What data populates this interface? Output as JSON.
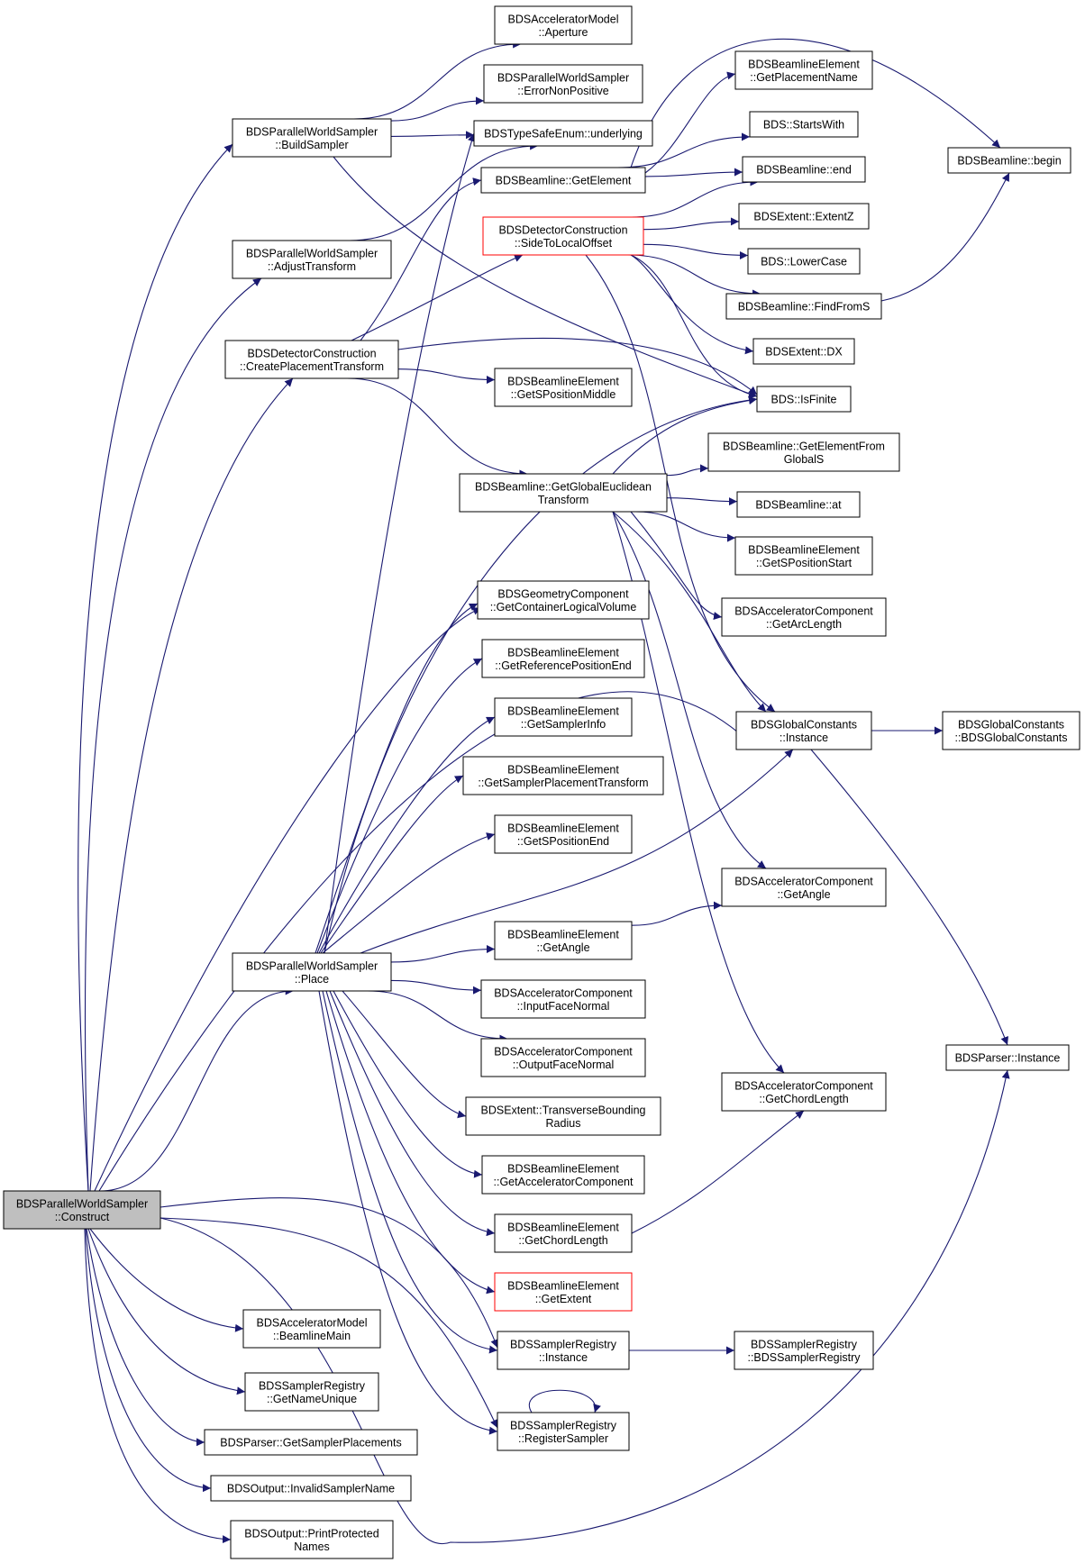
{
  "nodes": [
    {
      "id": "construct",
      "lines": [
        "BDSParallelWorldSampler",
        "::Construct"
      ],
      "style": "root"
    },
    {
      "id": "buildSampler",
      "lines": [
        "BDSParallelWorldSampler",
        "::BuildSampler"
      ]
    },
    {
      "id": "adjustTransform",
      "lines": [
        "BDSParallelWorldSampler",
        "::AdjustTransform"
      ]
    },
    {
      "id": "createPlacement",
      "lines": [
        "BDSDetectorConstruction",
        "::CreatePlacementTransform"
      ]
    },
    {
      "id": "place",
      "lines": [
        "BDSParallelWorldSampler",
        "::Place"
      ]
    },
    {
      "id": "beamlineMain",
      "lines": [
        "BDSAcceleratorModel",
        "::BeamlineMain"
      ]
    },
    {
      "id": "getNameUnique",
      "lines": [
        "BDSSamplerRegistry",
        "::GetNameUnique"
      ]
    },
    {
      "id": "getSamplerPlacements",
      "lines": [
        "BDSParser::GetSamplerPlacements"
      ]
    },
    {
      "id": "invalidSamplerName",
      "lines": [
        "BDSOutput::InvalidSamplerName"
      ]
    },
    {
      "id": "printProtected",
      "lines": [
        "BDSOutput::PrintProtected",
        "Names"
      ]
    },
    {
      "id": "aperture",
      "lines": [
        "BDSAcceleratorModel",
        "::Aperture"
      ]
    },
    {
      "id": "errorNonPositive",
      "lines": [
        "BDSParallelWorldSampler",
        "::ErrorNonPositive"
      ]
    },
    {
      "id": "underlying",
      "lines": [
        "BDSTypeSafeEnum::underlying"
      ]
    },
    {
      "id": "getElement",
      "lines": [
        "BDSBeamline::GetElement"
      ]
    },
    {
      "id": "sideToLocal",
      "lines": [
        "BDSDetectorConstruction",
        "::SideToLocalOffset"
      ],
      "style": "red"
    },
    {
      "id": "getSPositionMiddle",
      "lines": [
        "BDSBeamlineElement",
        "::GetSPositionMiddle"
      ]
    },
    {
      "id": "getGlobalEuclidean",
      "lines": [
        "BDSBeamline::GetGlobalEuclidean",
        "Transform"
      ]
    },
    {
      "id": "getContainerLV",
      "lines": [
        "BDSGeometryComponent",
        "::GetContainerLogicalVolume"
      ]
    },
    {
      "id": "getRefPosEnd",
      "lines": [
        "BDSBeamlineElement",
        "::GetReferencePositionEnd"
      ]
    },
    {
      "id": "getSamplerInfo",
      "lines": [
        "BDSBeamlineElement",
        "::GetSamplerInfo"
      ]
    },
    {
      "id": "getSamplerPlacementTransform",
      "lines": [
        "BDSBeamlineElement",
        "::GetSamplerPlacementTransform"
      ]
    },
    {
      "id": "getSPositionEnd",
      "lines": [
        "BDSBeamlineElement",
        "::GetSPositionEnd"
      ]
    },
    {
      "id": "beGetAngle",
      "lines": [
        "BDSBeamlineElement",
        "::GetAngle"
      ]
    },
    {
      "id": "inputFaceNormal",
      "lines": [
        "BDSAcceleratorComponent",
        "::InputFaceNormal"
      ]
    },
    {
      "id": "outputFaceNormal",
      "lines": [
        "BDSAcceleratorComponent",
        "::OutputFaceNormal"
      ]
    },
    {
      "id": "transverseBounding",
      "lines": [
        "BDSExtent::TransverseBounding",
        "Radius"
      ]
    },
    {
      "id": "getAcceleratorComponent",
      "lines": [
        "BDSBeamlineElement",
        "::GetAcceleratorComponent"
      ]
    },
    {
      "id": "beGetChordLength",
      "lines": [
        "BDSBeamlineElement",
        "::GetChordLength"
      ]
    },
    {
      "id": "beGetExtent",
      "lines": [
        "BDSBeamlineElement",
        "::GetExtent"
      ],
      "style": "red"
    },
    {
      "id": "srInstance",
      "lines": [
        "BDSSamplerRegistry",
        "::Instance"
      ]
    },
    {
      "id": "registerSampler",
      "lines": [
        "BDSSamplerRegistry",
        "::RegisterSampler"
      ]
    },
    {
      "id": "getPlacementName",
      "lines": [
        "BDSBeamlineElement",
        "::GetPlacementName"
      ]
    },
    {
      "id": "startsWith",
      "lines": [
        "BDS::StartsWith"
      ]
    },
    {
      "id": "blEnd",
      "lines": [
        "BDSBeamline::end"
      ]
    },
    {
      "id": "extentZ",
      "lines": [
        "BDSExtent::ExtentZ"
      ]
    },
    {
      "id": "lowerCase",
      "lines": [
        "BDS::LowerCase"
      ]
    },
    {
      "id": "findFromS",
      "lines": [
        "BDSBeamline::FindFromS"
      ]
    },
    {
      "id": "extentDX",
      "lines": [
        "BDSExtent::DX"
      ]
    },
    {
      "id": "isFinite",
      "lines": [
        "BDS::IsFinite"
      ]
    },
    {
      "id": "getElementFromGlobalS",
      "lines": [
        "BDSBeamline::GetElementFrom",
        "GlobalS"
      ]
    },
    {
      "id": "blAt",
      "lines": [
        "BDSBeamline::at"
      ]
    },
    {
      "id": "getSPositionStart",
      "lines": [
        "BDSBeamlineElement",
        "::GetSPositionStart"
      ]
    },
    {
      "id": "getArcLength",
      "lines": [
        "BDSAcceleratorComponent",
        "::GetArcLength"
      ]
    },
    {
      "id": "gcInstance",
      "lines": [
        "BDSGlobalConstants",
        "::Instance"
      ]
    },
    {
      "id": "acGetAngle",
      "lines": [
        "BDSAcceleratorComponent",
        "::GetAngle"
      ]
    },
    {
      "id": "acGetChordLength",
      "lines": [
        "BDSAcceleratorComponent",
        "::GetChordLength"
      ]
    },
    {
      "id": "srConstructor",
      "lines": [
        "BDSSamplerRegistry",
        "::BDSSamplerRegistry"
      ]
    },
    {
      "id": "blBegin",
      "lines": [
        "BDSBeamline::begin"
      ]
    },
    {
      "id": "gcConstructor",
      "lines": [
        "BDSGlobalConstants",
        "::BDSGlobalConstants"
      ]
    },
    {
      "id": "parserInstance",
      "lines": [
        "BDSParser::Instance"
      ]
    }
  ],
  "edges": [
    [
      "construct",
      "buildSampler"
    ],
    [
      "construct",
      "adjustTransform"
    ],
    [
      "construct",
      "createPlacement"
    ],
    [
      "construct",
      "place"
    ],
    [
      "construct",
      "beamlineMain"
    ],
    [
      "construct",
      "getNameUnique"
    ],
    [
      "construct",
      "getSamplerPlacements"
    ],
    [
      "construct",
      "invalidSamplerName"
    ],
    [
      "construct",
      "printProtected"
    ],
    [
      "construct",
      "getContainerLV"
    ],
    [
      "construct",
      "srInstance"
    ],
    [
      "construct",
      "registerSampler"
    ],
    [
      "construct",
      "parserInstance"
    ],
    [
      "construct",
      "gcInstance"
    ],
    [
      "buildSampler",
      "aperture"
    ],
    [
      "buildSampler",
      "errorNonPositive"
    ],
    [
      "buildSampler",
      "underlying"
    ],
    [
      "buildSampler",
      "isFinite"
    ],
    [
      "adjustTransform",
      "underlying"
    ],
    [
      "createPlacement",
      "getElement"
    ],
    [
      "createPlacement",
      "sideToLocal"
    ],
    [
      "createPlacement",
      "getSPositionMiddle"
    ],
    [
      "createPlacement",
      "getGlobalEuclidean"
    ],
    [
      "createPlacement",
      "isFinite"
    ],
    [
      "getElement",
      "getPlacementName"
    ],
    [
      "getElement",
      "startsWith"
    ],
    [
      "getElement",
      "blEnd"
    ],
    [
      "getElement",
      "blBegin"
    ],
    [
      "sideToLocal",
      "blEnd"
    ],
    [
      "sideToLocal",
      "extentZ"
    ],
    [
      "sideToLocal",
      "lowerCase"
    ],
    [
      "sideToLocal",
      "findFromS"
    ],
    [
      "sideToLocal",
      "extentDX"
    ],
    [
      "sideToLocal",
      "isFinite"
    ],
    [
      "sideToLocal",
      "gcInstance"
    ],
    [
      "findFromS",
      "blBegin"
    ],
    [
      "getGlobalEuclidean",
      "isFinite"
    ],
    [
      "getGlobalEuclidean",
      "getElementFromGlobalS"
    ],
    [
      "getGlobalEuclidean",
      "blAt"
    ],
    [
      "getGlobalEuclidean",
      "getSPositionStart"
    ],
    [
      "getGlobalEuclidean",
      "getArcLength"
    ],
    [
      "getGlobalEuclidean",
      "gcInstance"
    ],
    [
      "getGlobalEuclidean",
      "acGetAngle"
    ],
    [
      "getGlobalEuclidean",
      "acGetChordLength"
    ],
    [
      "place",
      "underlying"
    ],
    [
      "place",
      "isFinite"
    ],
    [
      "place",
      "getContainerLV"
    ],
    [
      "place",
      "getRefPosEnd"
    ],
    [
      "place",
      "getSamplerInfo"
    ],
    [
      "place",
      "getSamplerPlacementTransform"
    ],
    [
      "place",
      "getSPositionEnd"
    ],
    [
      "place",
      "beGetAngle"
    ],
    [
      "place",
      "inputFaceNormal"
    ],
    [
      "place",
      "outputFaceNormal"
    ],
    [
      "place",
      "transverseBounding"
    ],
    [
      "place",
      "getAcceleratorComponent"
    ],
    [
      "place",
      "beGetChordLength"
    ],
    [
      "place",
      "beGetExtent"
    ],
    [
      "place",
      "srInstance"
    ],
    [
      "place",
      "registerSampler"
    ],
    [
      "place",
      "gcInstance"
    ],
    [
      "beGetAngle",
      "acGetAngle"
    ],
    [
      "beGetChordLength",
      "acGetChordLength"
    ],
    [
      "srInstance",
      "srConstructor"
    ],
    [
      "registerSampler",
      "registerSampler"
    ],
    [
      "gcInstance",
      "gcConstructor"
    ],
    [
      "gcInstance",
      "parserInstance"
    ]
  ]
}
